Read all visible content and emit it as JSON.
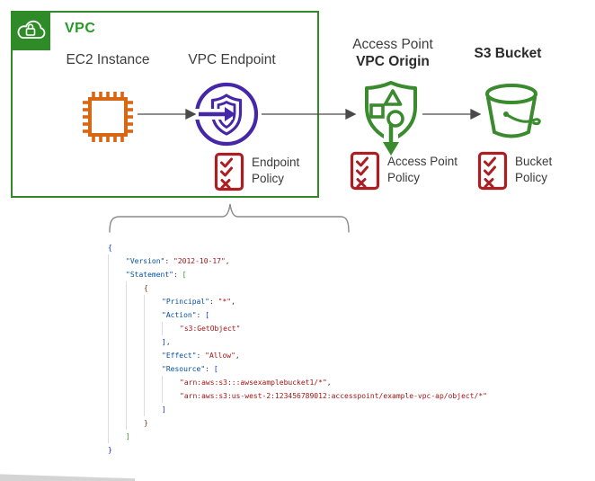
{
  "vpc": {
    "label": "VPC"
  },
  "nodes": {
    "ec2": {
      "label": "EC2 Instance"
    },
    "endpoint": {
      "label": "VPC Endpoint"
    },
    "access_point": {
      "label_top": "Access Point",
      "label_bottom": "VPC Origin"
    },
    "s3": {
      "label": "S3 Bucket"
    }
  },
  "policies": [
    {
      "label": "Endpoint Policy"
    },
    {
      "label": "Access Point Policy"
    },
    {
      "label": "Bucket Policy"
    }
  ],
  "icons": {
    "vpc": "cloud-lock-icon",
    "ec2": "chip-icon",
    "endpoint": "shield-arrow-circle-icon",
    "access_point": "shield-shapes-down-arrow-icon",
    "s3": "bucket-icon",
    "policy": "checklist-icon"
  },
  "colors": {
    "green": "#2E8B28",
    "orange": "#D86613",
    "purple": "#4527A8",
    "red": "#AB1F23",
    "arrow_gray": "#4A4A4A",
    "brace_gray": "#8A8A8A",
    "code_key": "#0451A5",
    "code_string": "#A31515",
    "bracket_level1": "#0431FA",
    "bracket_level2": "#319331",
    "bracket_level3": "#7B3814"
  },
  "code": {
    "lines": [
      {
        "indent": 0,
        "tokens": [
          {
            "t": "{",
            "c": "b1"
          }
        ]
      },
      {
        "indent": 1,
        "tokens": [
          {
            "t": "\"Version\"",
            "c": "key"
          },
          {
            "t": ": ",
            "c": "p"
          },
          {
            "t": "\"2012-10-17\"",
            "c": "str"
          },
          {
            "t": ",",
            "c": "p"
          }
        ]
      },
      {
        "indent": 1,
        "tokens": [
          {
            "t": "\"Statement\"",
            "c": "key"
          },
          {
            "t": ": ",
            "c": "p"
          },
          {
            "t": "[",
            "c": "b2"
          }
        ]
      },
      {
        "indent": 2,
        "tokens": [
          {
            "t": "{",
            "c": "b3"
          }
        ]
      },
      {
        "indent": 3,
        "tokens": [
          {
            "t": "\"Principal\"",
            "c": "key"
          },
          {
            "t": ": ",
            "c": "p"
          },
          {
            "t": "\"*\"",
            "c": "str"
          },
          {
            "t": ",",
            "c": "p"
          }
        ]
      },
      {
        "indent": 3,
        "tokens": [
          {
            "t": "\"Action\"",
            "c": "key"
          },
          {
            "t": ": ",
            "c": "p"
          },
          {
            "t": "[",
            "c": "b1"
          }
        ]
      },
      {
        "indent": 4,
        "tokens": [
          {
            "t": "\"s3:GetObject\"",
            "c": "str"
          }
        ]
      },
      {
        "indent": 3,
        "tokens": [
          {
            "t": "]",
            "c": "b1"
          },
          {
            "t": ",",
            "c": "p"
          }
        ]
      },
      {
        "indent": 3,
        "tokens": [
          {
            "t": "\"Effect\"",
            "c": "key"
          },
          {
            "t": ": ",
            "c": "p"
          },
          {
            "t": "\"Allow\"",
            "c": "str"
          },
          {
            "t": ",",
            "c": "p"
          }
        ]
      },
      {
        "indent": 3,
        "tokens": [
          {
            "t": "\"Resource\"",
            "c": "key"
          },
          {
            "t": ": ",
            "c": "p"
          },
          {
            "t": "[",
            "c": "b1"
          }
        ]
      },
      {
        "indent": 4,
        "tokens": [
          {
            "t": "\"arn:aws:s3:::awsexamplebucket1/*\"",
            "c": "str"
          },
          {
            "t": ",",
            "c": "p"
          }
        ]
      },
      {
        "indent": 4,
        "tokens": [
          {
            "t": "\"arn:aws:s3:us-west-2:123456789012:accesspoint/example-vpc-ap/object/*\"",
            "c": "str"
          }
        ]
      },
      {
        "indent": 3,
        "tokens": [
          {
            "t": "]",
            "c": "b1"
          }
        ]
      },
      {
        "indent": 2,
        "tokens": [
          {
            "t": "}",
            "c": "b3"
          }
        ]
      },
      {
        "indent": 1,
        "tokens": [
          {
            "t": "]",
            "c": "b2"
          }
        ]
      },
      {
        "indent": 0,
        "tokens": [
          {
            "t": "}",
            "c": "b1"
          }
        ]
      }
    ]
  }
}
